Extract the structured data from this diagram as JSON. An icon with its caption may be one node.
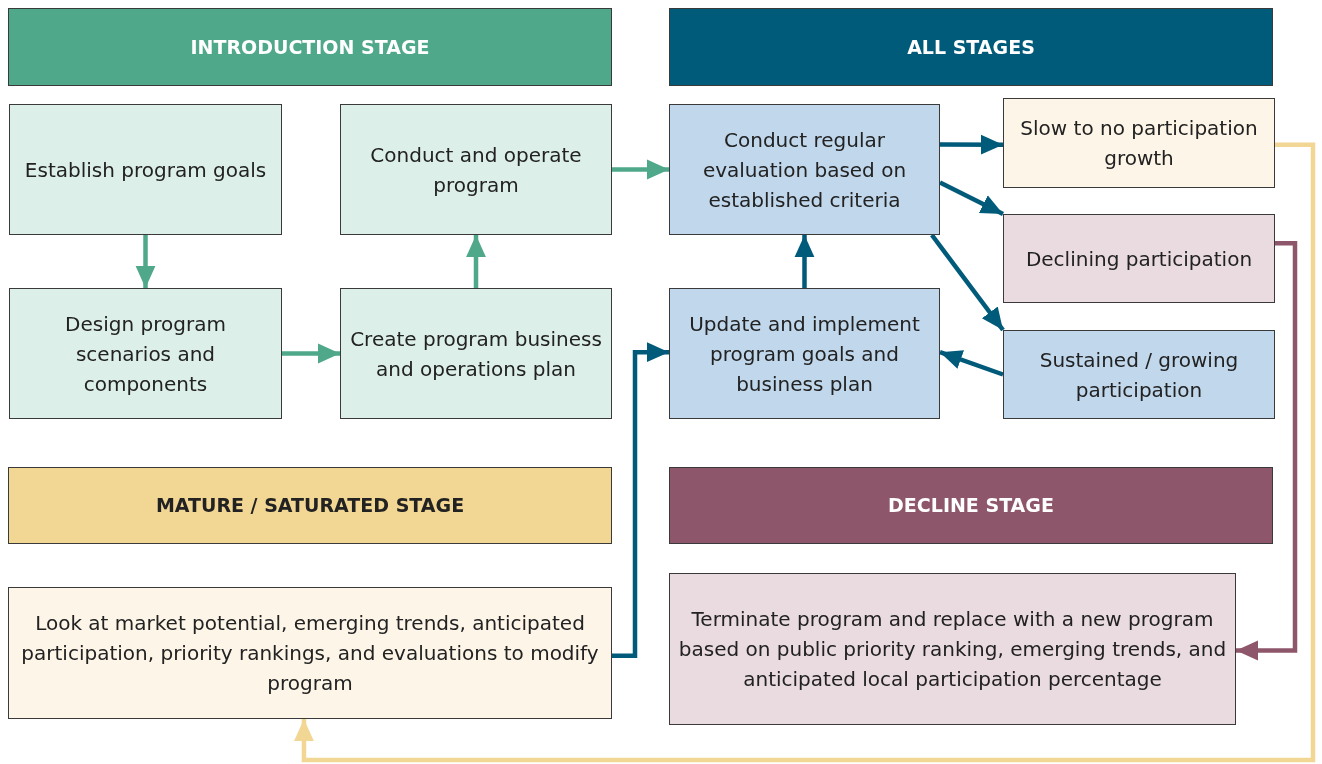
{
  "diagram": {
    "nodes": [
      {
        "text": [
          "INTRODUCTION STAGE"
        ]
      },
      {
        "text": [
          "ALL STAGES"
        ]
      },
      {
        "text": [
          "Establish program goals"
        ]
      },
      {
        "text": [
          "Conduct and operate program"
        ]
      },
      {
        "text": [
          "Design program scenarios and components"
        ]
      },
      {
        "text": [
          "Create program business and operations plan"
        ]
      },
      {
        "text": [
          "Conduct regular evaluation based on established criteria"
        ]
      },
      {
        "text": [
          "Slow to no participation growth"
        ]
      },
      {
        "text": [
          "Declining participation"
        ]
      },
      {
        "text": [
          "Update and implement program goals and business plan"
        ]
      },
      {
        "text": [
          "Sustained / growing participation"
        ]
      },
      {
        "text": [
          "MATURE / SATURATED STAGE"
        ]
      },
      {
        "text": [
          "DECLINE STAGE"
        ]
      },
      {
        "text": [
          "Look at market potential, emerging trends, anticipated participation, priority rankings, and evaluations to modify program"
        ]
      },
      {
        "text": [
          "Terminate program and replace with a new program based on public priority ranking, emerging trends, and anticipated local participation percentage"
        ]
      }
    ],
    "edges": [
      {
        "from": 2,
        "to": 4,
        "arrow": "to",
        "color": "#4fa88a"
      },
      {
        "from": 4,
        "to": 5,
        "arrow": "to",
        "color": "#4fa88a"
      },
      {
        "from": 5,
        "to": 3,
        "arrow": "to",
        "color": "#4fa88a"
      },
      {
        "from": 3,
        "to": 6,
        "arrow": "to",
        "color": "#4fa88a"
      },
      {
        "from": 6,
        "to": 7,
        "arrow": "to"
      },
      {
        "from": 6,
        "to": 8,
        "arrow": "to"
      },
      {
        "from": 6,
        "to": 10,
        "arrow": "to"
      },
      {
        "from": 10,
        "to": 9,
        "arrow": "to"
      },
      {
        "from": 9,
        "to": 6,
        "arrow": "to"
      },
      {
        "from": 13,
        "to": 9,
        "arrow": "to"
      },
      {
        "from": 8,
        "to": 14,
        "arrow": "to",
        "color": "#8e566a"
      },
      {
        "from": 7,
        "to": 13,
        "arrow": "to",
        "color": "#f2d694"
      }
    ]
  }
}
